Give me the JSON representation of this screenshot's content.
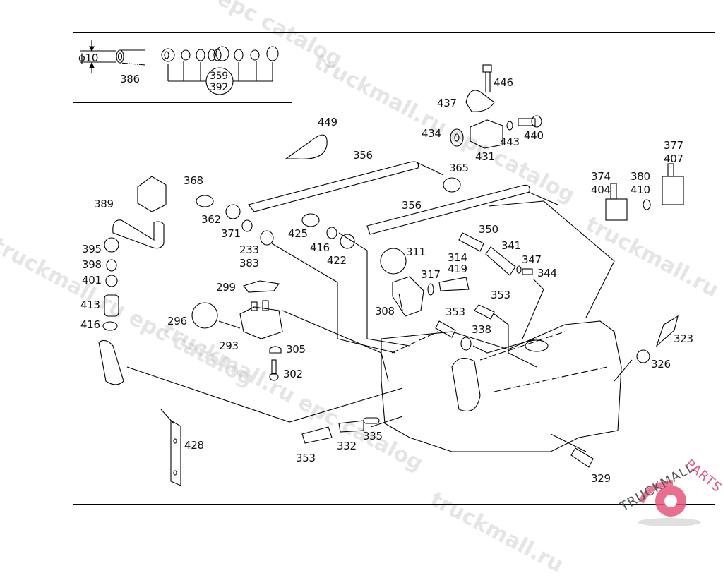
{
  "inset": {
    "diameter_label": "ϕ10",
    "hose_part": "386",
    "fitting_group_top": "359",
    "fitting_group_bottom": "392"
  },
  "parts": [
    {
      "id": "446"
    },
    {
      "id": "437"
    },
    {
      "id": "434"
    },
    {
      "id": "443"
    },
    {
      "id": "440"
    },
    {
      "id": "431"
    },
    {
      "id": "449"
    },
    {
      "id": "356"
    },
    {
      "id": "365"
    },
    {
      "id": "356b",
      "label": "356"
    },
    {
      "id": "377"
    },
    {
      "id": "407"
    },
    {
      "id": "374"
    },
    {
      "id": "404"
    },
    {
      "id": "380"
    },
    {
      "id": "410"
    },
    {
      "id": "368"
    },
    {
      "id": "389"
    },
    {
      "id": "362"
    },
    {
      "id": "371"
    },
    {
      "id": "233"
    },
    {
      "id": "383"
    },
    {
      "id": "425"
    },
    {
      "id": "416"
    },
    {
      "id": "422"
    },
    {
      "id": "350"
    },
    {
      "id": "341"
    },
    {
      "id": "347"
    },
    {
      "id": "344"
    },
    {
      "id": "311"
    },
    {
      "id": "314"
    },
    {
      "id": "419"
    },
    {
      "id": "317"
    },
    {
      "id": "308"
    },
    {
      "id": "353"
    },
    {
      "id": "338"
    },
    {
      "id": "353b",
      "label": "353"
    },
    {
      "id": "395"
    },
    {
      "id": "398"
    },
    {
      "id": "401"
    },
    {
      "id": "413"
    },
    {
      "id": "416b",
      "label": "416"
    },
    {
      "id": "299"
    },
    {
      "id": "296"
    },
    {
      "id": "293"
    },
    {
      "id": "305"
    },
    {
      "id": "302"
    },
    {
      "id": "323"
    },
    {
      "id": "326"
    },
    {
      "id": "428"
    },
    {
      "id": "353c",
      "label": "353"
    },
    {
      "id": "332"
    },
    {
      "id": "335"
    },
    {
      "id": "329"
    }
  ],
  "labels": {
    "p446": "446",
    "p437": "437",
    "p434": "434",
    "p443": "443",
    "p440": "440",
    "p431": "431",
    "p449": "449",
    "p356a": "356",
    "p365": "365",
    "p356b": "356",
    "p377": "377",
    "p407": "407",
    "p374": "374",
    "p404": "404",
    "p380": "380",
    "p410": "410",
    "p368": "368",
    "p389": "389",
    "p362": "362",
    "p371": "371",
    "p233": "233",
    "p383": "383",
    "p425": "425",
    "p416a": "416",
    "p422": "422",
    "p350": "350",
    "p341": "341",
    "p347": "347",
    "p344": "344",
    "p311": "311",
    "p314": "314",
    "p419": "419",
    "p317": "317",
    "p308": "308",
    "p353a": "353",
    "p338": "338",
    "p353b": "353",
    "p395": "395",
    "p398": "398",
    "p401": "401",
    "p413": "413",
    "p416b": "416",
    "p299": "299",
    "p296": "296",
    "p293": "293",
    "p305": "305",
    "p302": "302",
    "p323": "323",
    "p326": "326",
    "p428": "428",
    "p353c": "353",
    "p332": "332",
    "p335": "335",
    "p329": "329"
  },
  "watermarks": {
    "a": "l epc catalog",
    "b": "truckmall.ru epc catalog",
    "c": "truckmall.ru epc catalog",
    "d": "truckmall.ru epc catalog",
    "e": "truckmall.ru epc catalog",
    "f": "truckmall.ru"
  },
  "brand": {
    "text_dark": "TRUCKMALL",
    "text_accent": "PARTS",
    "accent_color": "#e8557a"
  }
}
